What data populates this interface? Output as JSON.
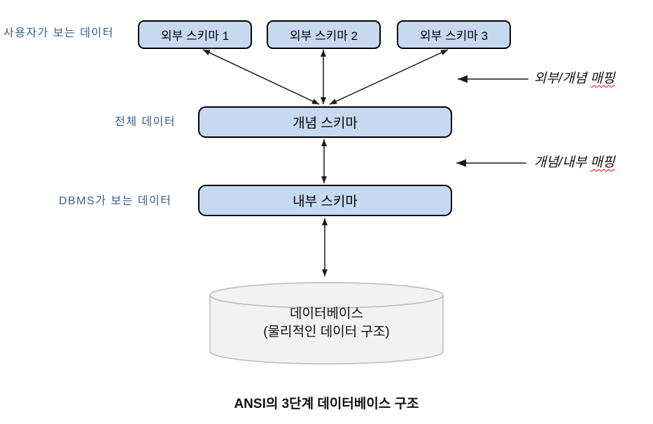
{
  "diagram": {
    "caption": "ANSI의 3단계 데이터베이스 구조",
    "left_labels": {
      "users_view": "사용자가 보는 데이터",
      "whole_data": "전체 데이터",
      "dbms_view": "DBMS가 보는 데이터"
    },
    "external_schemas": [
      {
        "label": "외부 스키마 1"
      },
      {
        "label": "외부 스키마 2"
      },
      {
        "label": "외부 스키마 3"
      }
    ],
    "conceptual_schema": "개념 스키마",
    "internal_schema": "내부 스키마",
    "database": {
      "line1": "데이터베이스",
      "line2": "(물리적인 데이터 구조)"
    },
    "mappings": [
      {
        "prefix": "외부/개념 ",
        "underlined": "매핑"
      },
      {
        "prefix": "개념/내부 ",
        "underlined": "매핑"
      }
    ],
    "colors": {
      "schema_box_fill": "#c6d9f1",
      "schema_box_border": "#000000",
      "cylinder_fill": "#f2f2f2",
      "cylinder_border": "#b9b9b9",
      "left_label_blue": "#365f91",
      "squiggle_red": "#ff0000",
      "arrow_black": "#1a1a1a"
    }
  }
}
